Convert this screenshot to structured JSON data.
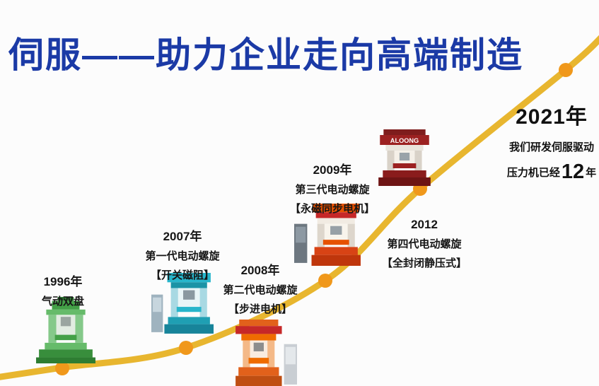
{
  "title": "伺服——助力企业走向高端制造",
  "colors": {
    "title_blue": "#1b3aa6",
    "curve_gold": "#e8b62f",
    "dot_orange": "#f0981b",
    "background": "#fcfcfc"
  },
  "milestones": [
    {
      "year": "1996年",
      "line1": "气动双盘",
      "line2": ""
    },
    {
      "year": "2007年",
      "line1": "第一代电动螺旋",
      "line2": "【开关磁阻】"
    },
    {
      "year": "2008年",
      "line1": "第二代电动螺旋",
      "line2": "【步进电机】"
    },
    {
      "year": "2009年",
      "line1": "第三代电动螺旋",
      "line2": "【永磁同步电机】"
    },
    {
      "year": "2012",
      "line1": "第四代电动螺旋",
      "line2": "【全封闭静压式】"
    }
  ],
  "endpoint": {
    "year": "2021年",
    "line1": "我们研发伺服驱动",
    "line2_prefix": "压力机已经",
    "line2_number": "12",
    "line2_suffix": "年"
  },
  "machine_brand": "ALOONG"
}
